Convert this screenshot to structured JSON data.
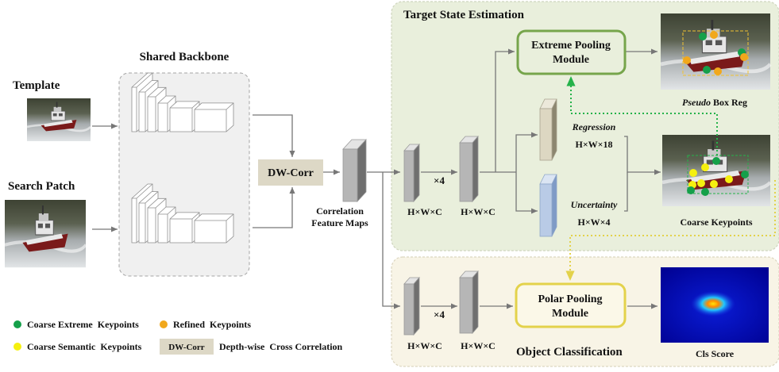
{
  "inputs": {
    "template_label": "Template",
    "search_label": "Search Patch"
  },
  "backbone": {
    "label": "Shared Backbone"
  },
  "dw_corr": {
    "label": "DW-Corr"
  },
  "correlation": {
    "line1": "Correlation",
    "line2": "Feature Maps"
  },
  "tse": {
    "title": "Target State Estimation",
    "dims_a": "H×W×C",
    "dims_b": "H×W×C",
    "repeat": "×4",
    "extreme_line1": "Extreme Pooling",
    "extreme_line2": "Module",
    "regression_label": "Regression",
    "regression_dims": "H×W×18",
    "uncertainty_label": "Uncertainty",
    "uncertainty_dims": "H×W×4",
    "pseudo_word": "Pseudo",
    "pseudo_rest": " Box Reg",
    "coarse_label": "Coarse Keypoints"
  },
  "oc": {
    "title": "Object Classification",
    "dims_a": "H×W×C",
    "dims_b": "H×W×C",
    "repeat": "×4",
    "polar_line1": "Polar Pooling",
    "polar_line2": "Module",
    "cls_label": "Cls Score"
  },
  "legend": {
    "green": "Coarse Extreme  Keypoints",
    "orange": "Refined  Keypoints",
    "yellow": "Coarse Semantic  Keypoints",
    "dwcorr_chip": "DW-Corr",
    "dwcorr_desc": "Depth-wise  Cross Correlation"
  },
  "colors": {
    "tse_fill": "#e9efdc",
    "oc_fill": "#f8f4e6",
    "extreme_border": "#76a54b",
    "polar_border": "#e3d24b",
    "dwcorr_fill": "#ddd8c6",
    "regression_fill": "#ddd7c2",
    "uncertainty_fill": "#b9cbe6",
    "green_dot": "#15a04a",
    "orange_dot": "#f1a81c",
    "yellow_dot": "#f5f00f",
    "guide_green": "#25b24a",
    "guide_yellow": "#e3d24b"
  }
}
